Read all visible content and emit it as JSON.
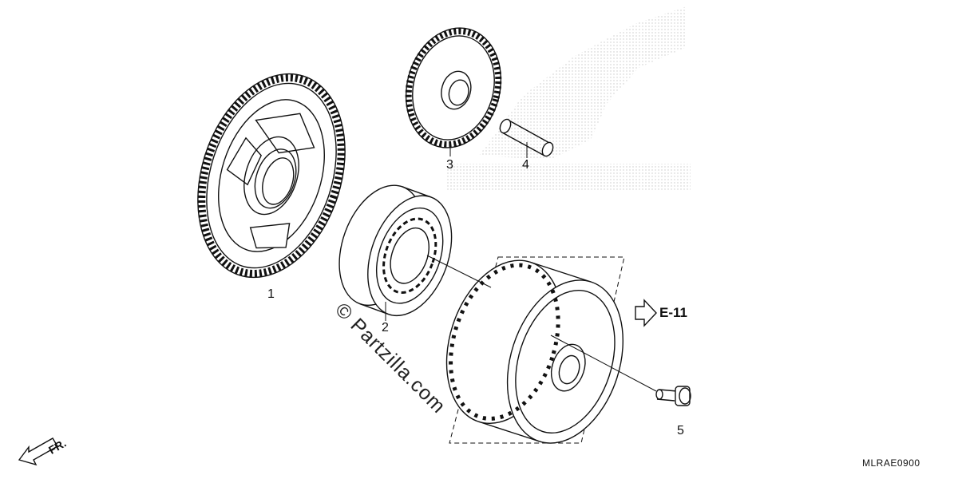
{
  "diagram": {
    "callouts": [
      {
        "id": "1",
        "label": "1"
      },
      {
        "id": "2",
        "label": "2"
      },
      {
        "id": "3",
        "label": "3"
      },
      {
        "id": "4",
        "label": "4"
      },
      {
        "id": "5",
        "label": "5"
      }
    ],
    "reference": "E-11",
    "front_marker": "FR.",
    "watermark": "© Partzilla.com",
    "diagram_code": "MLRAE0900",
    "background_logo": "honda-wing-logo"
  }
}
